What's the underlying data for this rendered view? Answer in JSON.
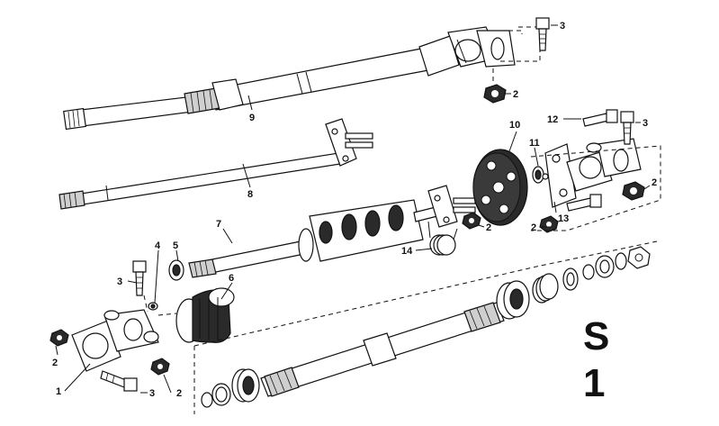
{
  "callouts": {
    "c1": "1",
    "c2a": "2",
    "c2b": "2",
    "c2c": "2",
    "c2d": "2",
    "c2e": "2",
    "c2f": "2",
    "c3a": "3",
    "c3b": "3",
    "c3c": "3",
    "c3d": "3",
    "c4": "4",
    "c5": "5",
    "c6": "6",
    "c7": "7",
    "c8": "8",
    "c9": "9",
    "c10": "10",
    "c11": "11",
    "c12": "12",
    "c13": "13",
    "c14": "14"
  },
  "corner_glyphs": {
    "top": "S",
    "bottom": "1"
  }
}
